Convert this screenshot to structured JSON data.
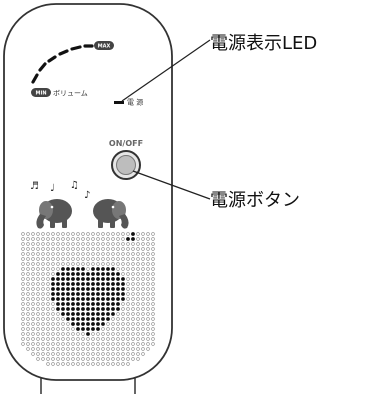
{
  "callouts": {
    "power_led": "電源表示LED",
    "power_button": "電源ボタン"
  },
  "device": {
    "volume_max_label": "MAX",
    "volume_min_label": "MIN",
    "volume_label": "ボリューム",
    "power_label": "電 源",
    "onoff_label": "ON/OFF",
    "music_notes": [
      "♬",
      "♩",
      "♫",
      "♪"
    ]
  }
}
